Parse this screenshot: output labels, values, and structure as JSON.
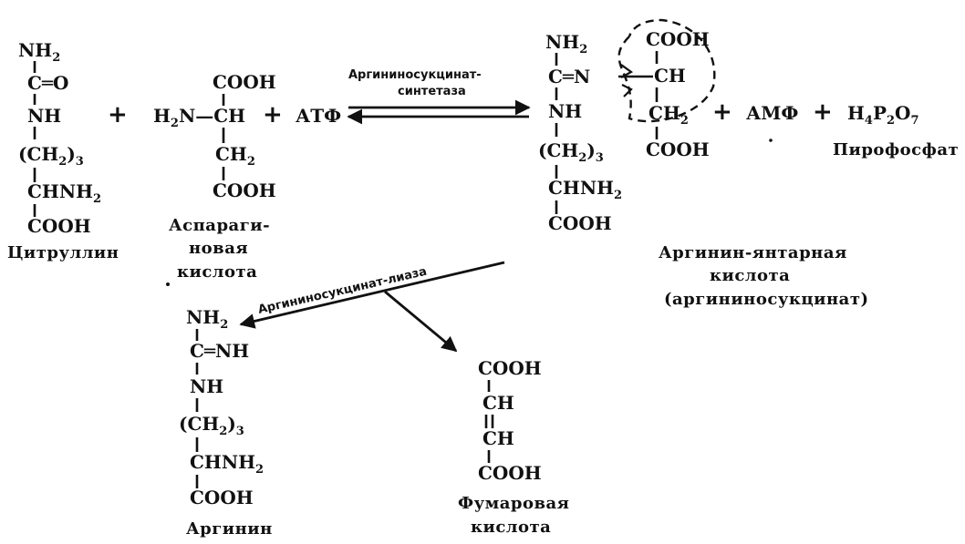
{
  "citrulline": {
    "nh2": "NH",
    "nh2_sub": "2",
    "co": "C═O",
    "nh": "NH",
    "ch2n": "(CH",
    "ch2n_sub1": "2",
    "ch2n_close": ")",
    "ch2n_sub2": "3",
    "chnh2": "CHNH",
    "chnh2_sub": "2",
    "cooh": "COOH",
    "name": "Цитруллин"
  },
  "aspartate": {
    "cooh_top": "COOH",
    "h2n": "H",
    "h2n_sub": "2",
    "h2n_rest": "N—CH",
    "ch2": "CH",
    "ch2_sub": "2",
    "cooh_bottom": "COOH",
    "name_lines": [
      "Аспараги-",
      "новая",
      "кислота"
    ]
  },
  "reagents": {
    "plus1": "+",
    "plus2": "+",
    "atp": "АТФ",
    "plus3": "+",
    "amp": "АМФ",
    "plus4": "+",
    "ppi_h": "H",
    "ppi_sub1": "4",
    "ppi_p": "P",
    "ppi_sub2": "2",
    "ppi_o": "O",
    "ppi_sub3": "7",
    "ppi_name": "Пирофосфат"
  },
  "enzymes": {
    "synthetase_line1": "Аргининосукцинат-",
    "synthetase_line2": "синтетаза",
    "lyase": "Аргининосукцинат-лиаза"
  },
  "argininosuccinate": {
    "nh2": "NH",
    "nh2_sub": "2",
    "cn": "C═N",
    "nh": "NH",
    "ch2n": "(CH",
    "ch2n_sub1": "2",
    "ch2n_close": ")",
    "ch2n_sub2": "3",
    "chnh2": "CHNH",
    "chnh2_sub": "2",
    "cooh_bottom": "COOH",
    "cooh_top": "COOH",
    "ch": "CH",
    "ch2": "CH",
    "ch2_sub": "2",
    "cooh_right": "COOH",
    "name_lines": [
      "Аргинин-янтарная",
      "кислота",
      "(аргининосукцинат)"
    ]
  },
  "arginine": {
    "nh2": "NH",
    "nh2_sub": "2",
    "cnh": "C═NH",
    "nh": "NH",
    "ch2n": "(CH",
    "ch2n_sub1": "2",
    "ch2n_close": ")",
    "ch2n_sub2": "3",
    "chnh2": "CHNH",
    "chnh2_sub": "2",
    "cooh": "COOH",
    "name": "Аргинин"
  },
  "fumarate": {
    "cooh_top": "COOH",
    "ch1": "CH",
    "ch2": "CH",
    "cooh_bottom": "COOH",
    "name_lines": [
      "Фумаровая",
      "кислота"
    ]
  }
}
